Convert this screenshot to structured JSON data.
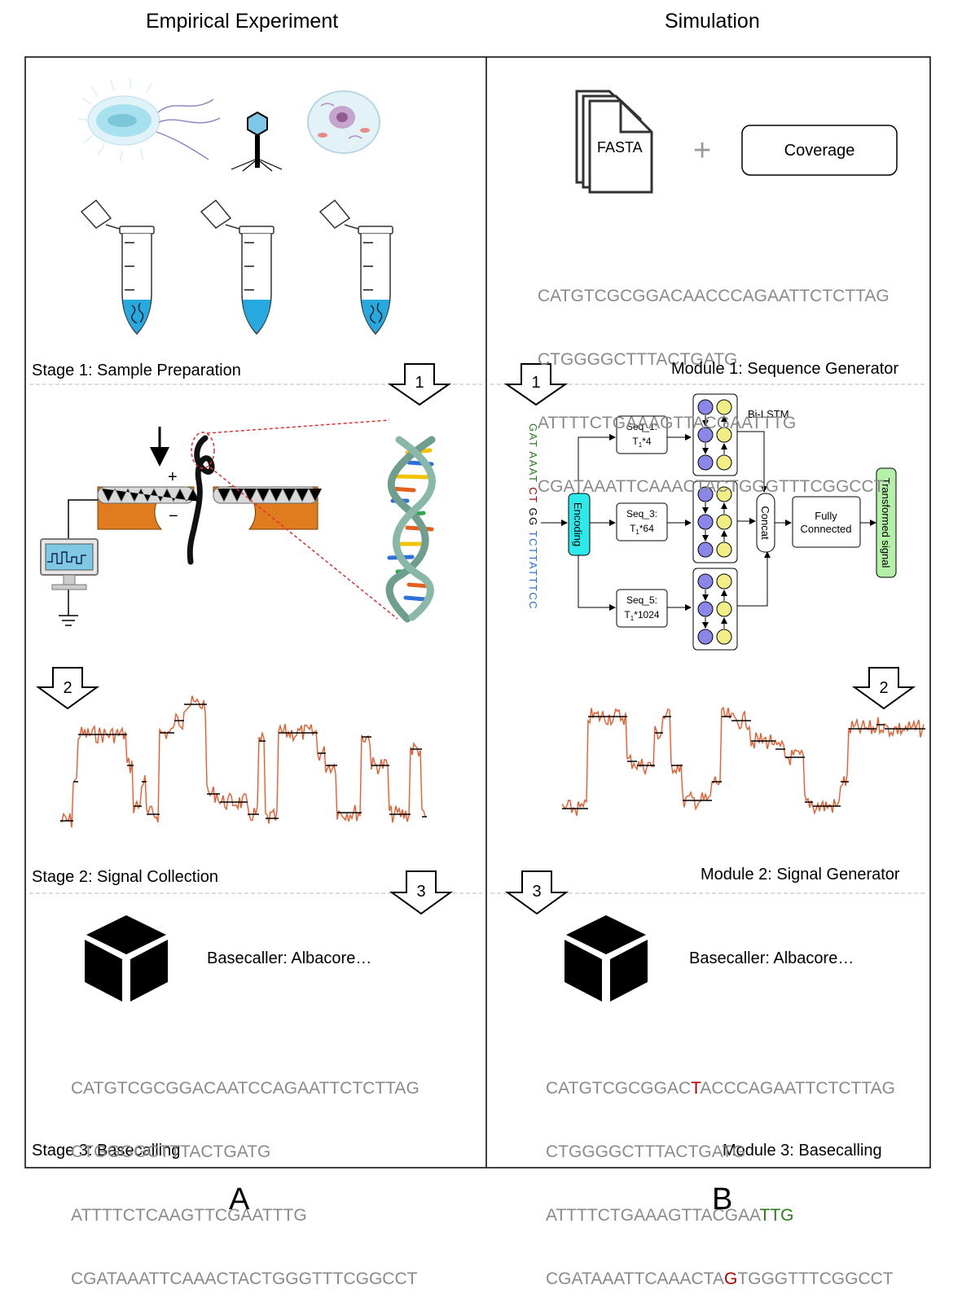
{
  "titles": {
    "left": "Empirical  Experiment",
    "right": "Simulation"
  },
  "panel_labels": {
    "left": "A",
    "right": "B"
  },
  "left": {
    "stage1": "Stage 1: Sample Preparation",
    "stage2": "Stage 2: Signal Collection",
    "stage3": "Stage 3: Basecalling",
    "basecaller": "Basecaller: Albacore…",
    "reads": [
      "CATGTCGCGGACAATCCAGAATTCTCTTAG",
      "CTGGGGCTTTACTGATG",
      "ATTTTCTCAAGTTCGAATTTG",
      "CGATAAATTCAAACTACTGGGTTTCGGCCT"
    ]
  },
  "right": {
    "module1": "Module 1: Sequence Generator",
    "module2": "Module 2: Signal Generator",
    "module3": "Module 3:  Basecalling",
    "basecaller": "Basecaller: Albacore…",
    "fasta_label": "FASTA",
    "plus": "+",
    "coverage_label": "Coverage",
    "sequences": [
      "CATGTCGCGGACAACCCAGAATTCTCTTAG",
      "CTGGGGCTTTACTGATG",
      "ATTTTCTGAAAGTTACGAATTTG",
      "CGATAAATTCAAACTACTGGGTTTCGGCCT"
    ],
    "reads": {
      "line1_a": "CATGTCGCGGAC",
      "line1_err": "T",
      "line1_b": "ACCCAGAATTCTCTTAG",
      "line2": "CTGGGGCTTTACTGATG",
      "line3_a": "ATTTTCTGAAAGTTACGAA",
      "line3_err": "TTG",
      "line4_a": "CGATAAATTCAAACTA",
      "line4_err": "G",
      "line4_b": "TGGGTTTCGGCCT"
    }
  },
  "arrows": {
    "step1": "1",
    "step2": "2",
    "step3": "3"
  },
  "network": {
    "bilstm_label": "Bi-LSTM",
    "encoding_label": "Encoding",
    "seq1_name": "Seq_1:",
    "seq1_dim": "T",
    "seq3_name": "Seq_3:",
    "seq3_dim": "T",
    "seq5_name": "Seq_5:",
    "seq5_dim": "T",
    "dim_sub": "1",
    "seq1_factor": "*4",
    "seq3_factor": "*64",
    "seq5_factor": "*1024",
    "concat_label": "Concat",
    "fc_line1": "Fully",
    "fc_line2": "Connected",
    "output_label": "Transformed signal",
    "input_seq_a": "GAT ",
    "input_seq_b": "AAAT ",
    "input_seq_c": "CT ",
    "input_seq_d": "GG ",
    "input_seq_e": "TCTTATTTCC"
  },
  "circuit": {
    "plus": "+",
    "minus": "−"
  },
  "colors": {
    "signal": "#ee5a2c",
    "encoding": "#2ee9ea",
    "output": "#b4f0a8",
    "lstm_blue": "#8b87e8",
    "lstm_yellow": "#f2ee86",
    "membrane": "#e07b1e",
    "error_red": "#b10000",
    "error_green": "#2a7a1c",
    "seq_grey": "#8a8a8a"
  }
}
